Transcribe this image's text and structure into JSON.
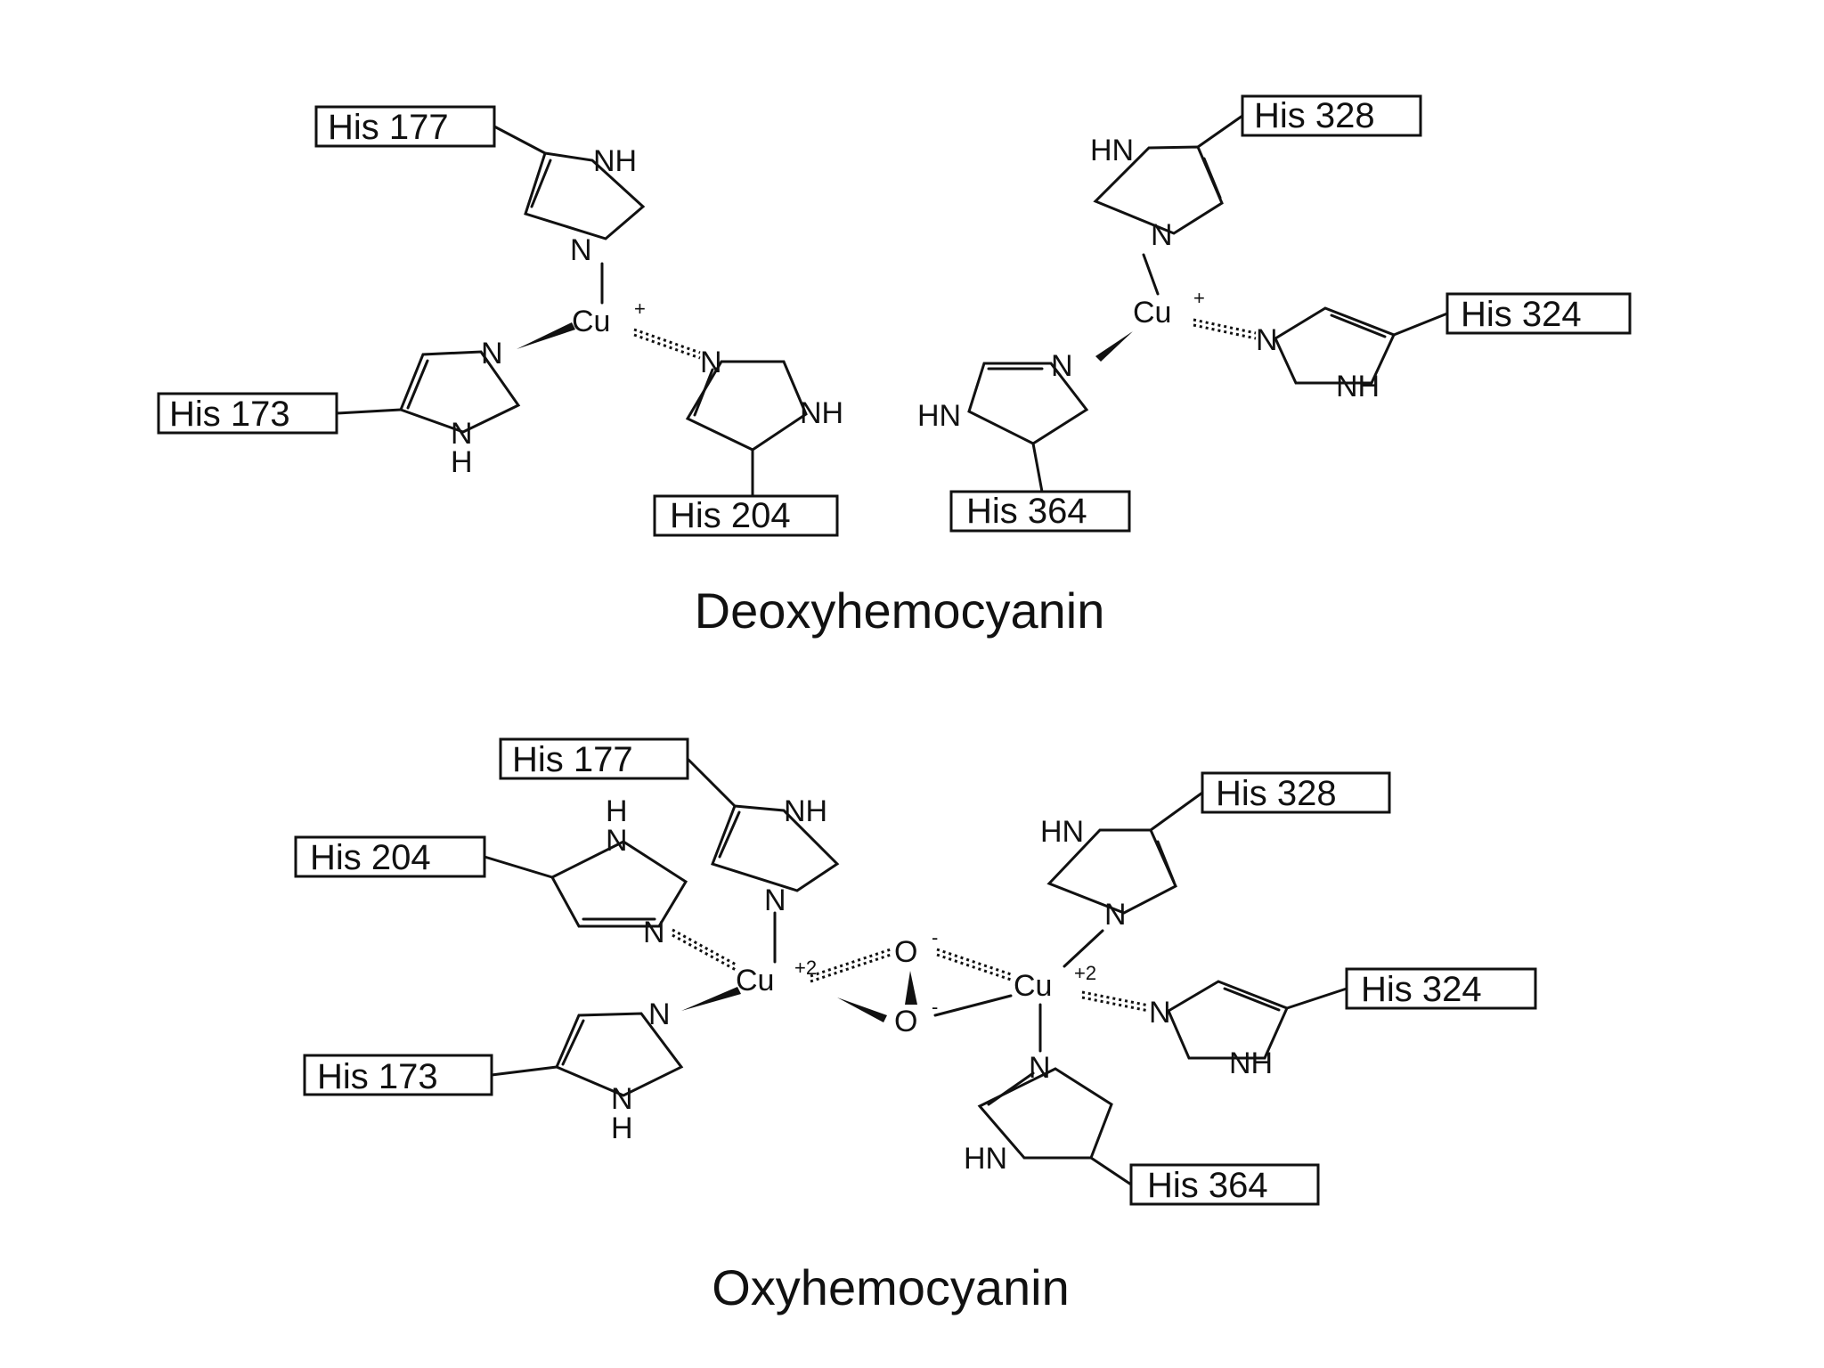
{
  "colors": {
    "ink": "#111111",
    "background": "#ffffff"
  },
  "deoxy": {
    "title": "Deoxyhemocyanin",
    "cu_left": {
      "symbol": "Cu",
      "charge": "+"
    },
    "cu_right": {
      "symbol": "Cu",
      "charge": "+"
    },
    "residues": {
      "h177": "His 177",
      "h173": "His 173",
      "h204": "His 204",
      "h328": "His 328",
      "h324": "His 324",
      "h364": "His 364"
    }
  },
  "oxy": {
    "title": "Oxyhemocyanin",
    "cu_left": {
      "symbol": "Cu",
      "charge": "+2"
    },
    "cu_right": {
      "symbol": "Cu",
      "charge": "+2"
    },
    "oxygen_top": {
      "symbol": "O",
      "charge": "-"
    },
    "oxygen_bottom": {
      "symbol": "O",
      "charge": "-"
    },
    "residues": {
      "h177": "His 177",
      "h204": "His 204",
      "h173": "His 173",
      "h328": "His 328",
      "h324": "His 324",
      "h364": "His 364"
    }
  },
  "atoms": {
    "n": "N",
    "nh": "NH",
    "hn": "HN",
    "h": "H"
  }
}
